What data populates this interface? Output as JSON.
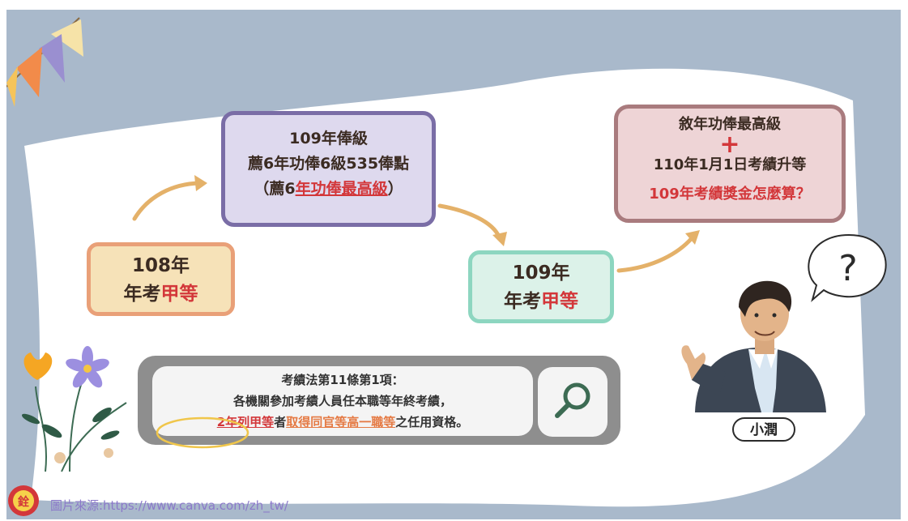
{
  "box_2019": {
    "line1": "109年俸級",
    "line2": "薦6年功俸6級535俸點",
    "line3_pre": "（薦6",
    "line3_link": "年功俸最高級",
    "line3_post": "）"
  },
  "box_2018": {
    "year": "108年",
    "grade_pre": "年考",
    "grade_red": "甲等"
  },
  "box_2020": {
    "year": "109年",
    "grade_pre": "年考",
    "grade_red": "甲等"
  },
  "question_box": {
    "line1": "敘年功俸最高級",
    "plus": "+",
    "line2": "110年1月1日考績升等",
    "line3": "109年考績獎金怎麼算？"
  },
  "law": {
    "title": "考績法第11條第1項：",
    "line2": "各機關參加考績人員任本職等年終考績，",
    "line3_red": "2年列甲等",
    "line3_mid": "者",
    "line3_orange": "取得同官等高一職等",
    "line3_post": "之任用資格。"
  },
  "character_name": "小潤",
  "question_mark": "?",
  "logo_text": "銓",
  "credit_text": "圖片來源:https://www.canva.com/zh_tw/",
  "colors": {
    "accent_red": "#d3373a",
    "background": "#a9b9cb",
    "purple": "#7a6da6"
  },
  "icons": [
    "pennant-icon",
    "flower-icon",
    "magnifier-icon",
    "question-icon",
    "logo-icon"
  ]
}
